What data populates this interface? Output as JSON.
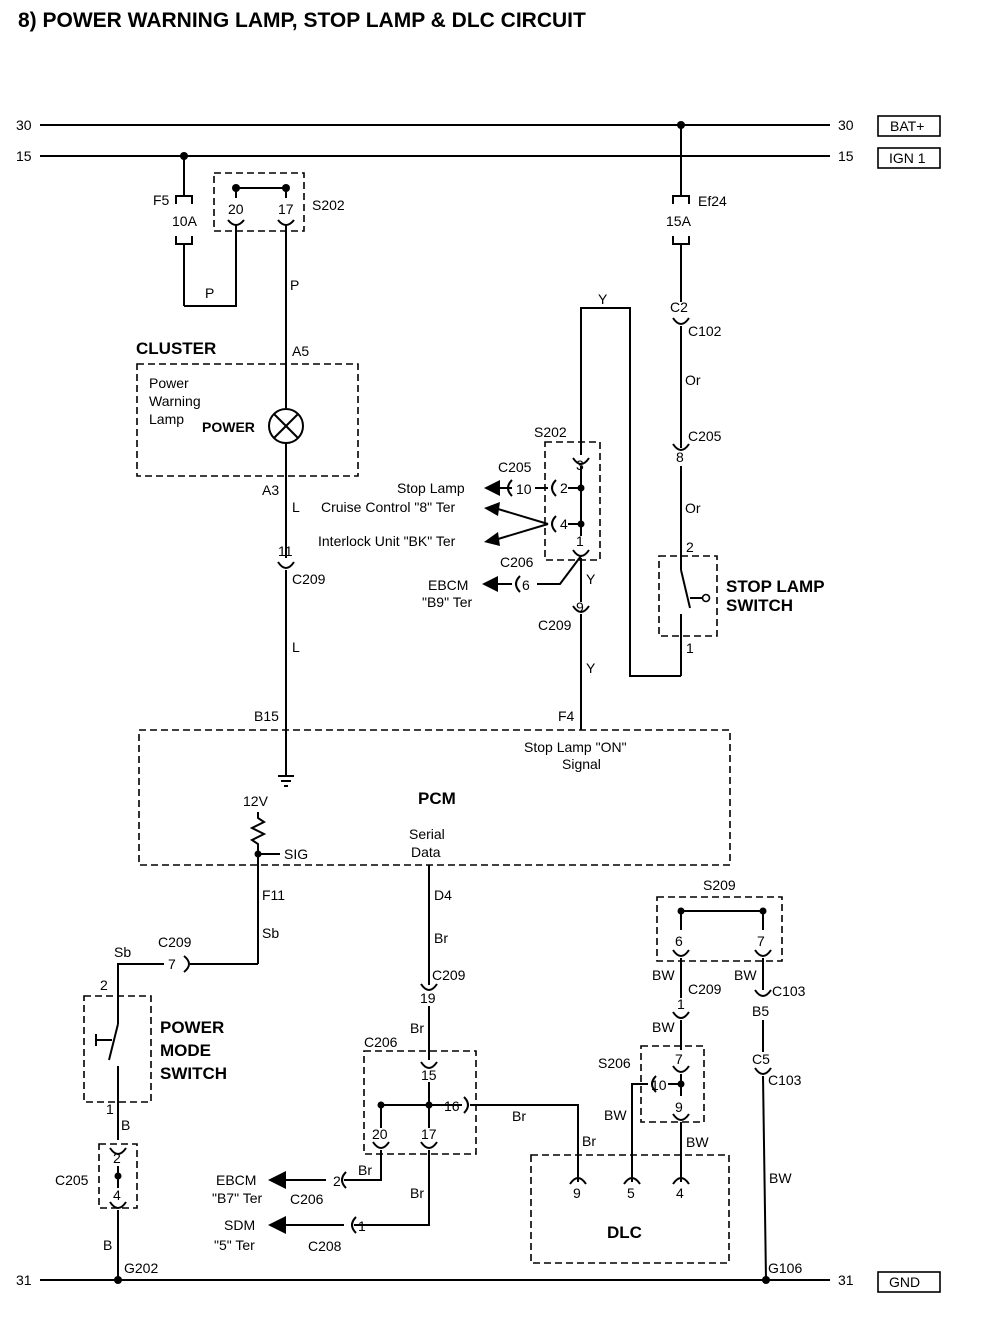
{
  "title": "8)  POWER WARNING LAMP, STOP LAMP & DLC CIRCUIT",
  "rails": {
    "r30_left": "30",
    "r30_right": "30",
    "r30_tag": "BAT+",
    "r15_left": "15",
    "r15_right": "15",
    "r15_tag": "IGN 1",
    "r31_left": "31",
    "r31_right": "31",
    "r31_tag": "GND"
  },
  "fuses": {
    "f5": "F5",
    "f5_rating": "10A",
    "ef24": "Ef24",
    "ef24_rating": "15A"
  },
  "s202_top": {
    "name": "S202",
    "pin_a": "20",
    "pin_b": "17"
  },
  "wires": {
    "p1": "P",
    "p2": "P",
    "l1": "L",
    "l2": "L",
    "y1": "Y",
    "y2": "Y",
    "y3": "Y",
    "or1": "Or",
    "or2": "Or",
    "f11": "F11",
    "sb1": "Sb",
    "sb2": "Sb",
    "d4": "D4",
    "br1": "Br",
    "br2": "Br",
    "br3": "Br",
    "br4": "Br",
    "br5": "Br",
    "br6": "Br",
    "b1": "B",
    "b2": "B",
    "bw1": "BW",
    "bw2": "BW",
    "bw3": "BW",
    "bw4": "BW",
    "bw5": "BW",
    "bw6": "BW"
  },
  "cluster": {
    "label": "CLUSTER",
    "pin_top": "A5",
    "pin_bottom": "A3",
    "lamp_line1": "Power",
    "lamp_line2": "Warning",
    "lamp_line3": "Lamp",
    "lamp_tag": "POWER"
  },
  "connectors": {
    "c209_11": "11",
    "c209_a": "C209",
    "c2": "C2",
    "c102": "C102",
    "c205_8": "8",
    "c205_a": "C205",
    "s202_mid": "S202",
    "c205_b": "C205",
    "pin10": "10",
    "pin2": "2",
    "pin3": "3",
    "pin4": "4",
    "pin1": "1",
    "c206_a": "C206",
    "pin6": "6",
    "pin9": "9",
    "c209_b": "C209",
    "c209_c": "C209",
    "pin7": "7",
    "c209_d": "C209",
    "pin19": "19",
    "c206_b": "C206",
    "pin15": "15",
    "pin16": "16",
    "pin20": "20",
    "pin17": "17",
    "c206_c": "C206",
    "pin2b": "2",
    "c208": "C208",
    "pin1b": "1",
    "c205_c": "C205",
    "pin2c": "2",
    "pin4c": "4",
    "s209": "S209",
    "pin6b": "6",
    "pin7b": "7",
    "c209_e": "C209",
    "pin1c": "1",
    "c103_a": "C103",
    "b5": "B5",
    "c5": "C5",
    "c103_b": "C103",
    "s206": "S206",
    "pin7c": "7",
    "pin10b": "10",
    "pin9b": "9"
  },
  "splices": {
    "stop_lamp": "Stop Lamp",
    "cruise": "Cruise Control \"8\" Ter",
    "interlock": "Interlock Unit \"BK\" Ter",
    "ebcm_b9_1": "EBCM",
    "ebcm_b9_2": "\"B9\" Ter"
  },
  "stop_switch": {
    "label1": "STOP LAMP",
    "label2": "SWITCH",
    "pin2": "2",
    "pin1": "1"
  },
  "pcm": {
    "label": "PCM",
    "pin_b15": "B15",
    "pin_f4": "F4",
    "signal1": "Stop Lamp \"ON\"",
    "signal2": "Signal",
    "v12": "12V",
    "sig": "SIG",
    "serial1": "Serial",
    "serial2": "Data"
  },
  "power_mode": {
    "label1": "POWER",
    "label2": "MODE",
    "label3": "SWITCH",
    "pin2": "2",
    "pin1": "1"
  },
  "outputs": {
    "ebcm_b7_1": "EBCM",
    "ebcm_b7_2": "\"B7\" Ter",
    "sdm_1": "SDM",
    "sdm_2": "\"5\" Ter"
  },
  "dlc": {
    "label": "DLC",
    "pin9": "9",
    "pin5": "5",
    "pin4": "4"
  },
  "grounds": {
    "g202": "G202",
    "g106": "G106"
  }
}
